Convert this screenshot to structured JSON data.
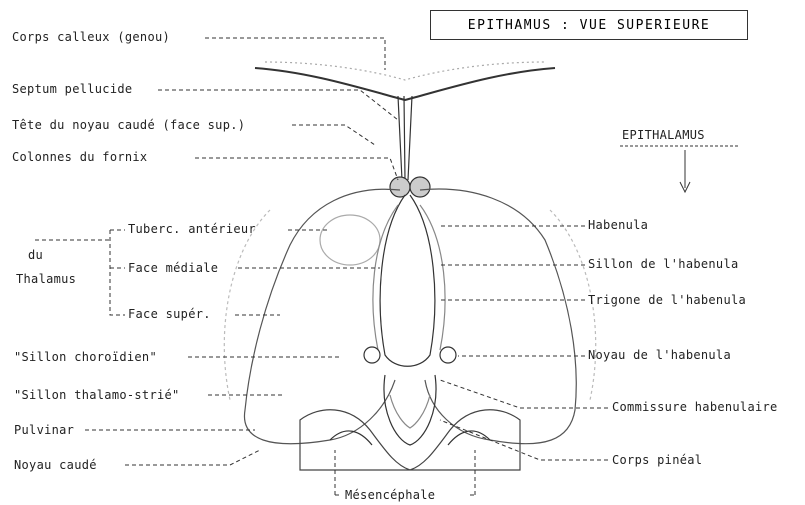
{
  "title": "EPITHAMUS  :  VUE SUPERIEURE",
  "subtitle": "EPITHALAMUS",
  "labels_left": {
    "corps_calleux": "Corps calleux (genou)",
    "septum": "Septum pellucide",
    "tete_noyau": "Tête du noyau caudé (face sup.)",
    "colonnes_fornix": "Colonnes du fornix",
    "du": "du",
    "thalamus": "Thalamus",
    "tuberc": "Tuberc. antérieur",
    "face_mediale": "Face médiale",
    "face_super": "Face supér.",
    "sillon_choroidien": "\"Sillon choroïdien\"",
    "sillon_thalamo": "\"Sillon thalamo-strié\"",
    "pulvinar": "Pulvinar",
    "noyau_caude": "Noyau caudé"
  },
  "labels_right": {
    "habenula": "Habenula",
    "sillon_habenula": "Sillon de l'habenula",
    "trigone": "Trigone de l'habenula",
    "noyau_habenula": "Noyau de l'habenula",
    "commissure": "Commissure habenulaire",
    "corps_pineal": "Corps pinéal"
  },
  "label_bottom": {
    "mesencephale": "Mésencéphale"
  }
}
